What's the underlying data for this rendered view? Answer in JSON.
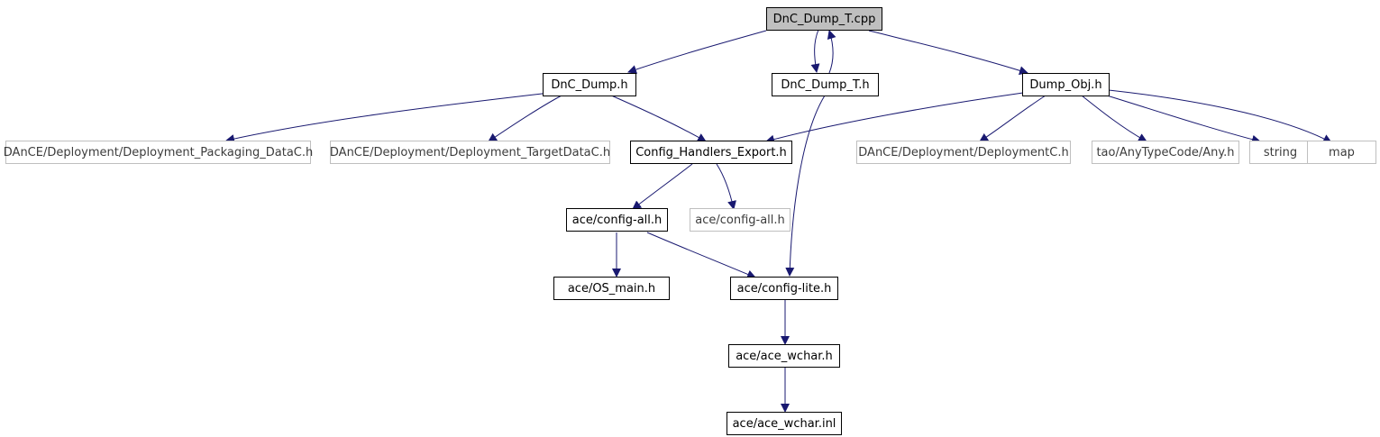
{
  "diagram": {
    "nodes": {
      "dnc_dump_t_cpp": "DnC_Dump_T.cpp",
      "dnc_dump_h": "DnC_Dump.h",
      "dnc_dump_t_h": "DnC_Dump_T.h",
      "dump_obj_h": "Dump_Obj.h",
      "packaging_datac_h": "DAnCE/Deployment/Deployment_Packaging_DataC.h",
      "target_datac_h": "DAnCE/Deployment/Deployment_TargetDataC.h",
      "config_handlers_export_h": "Config_Handlers_Export.h",
      "deploymentc_h": "DAnCE/Deployment/DeploymentC.h",
      "any_h": "tao/AnyTypeCode/Any.h",
      "string": "string",
      "map": "map",
      "config_all_h": "ace/config-all.h",
      "config_all_h_ext": "ace/config-all.h",
      "os_main_h": "ace/OS_main.h",
      "config_lite_h": "ace/config-lite.h",
      "ace_wchar_h": "ace/ace_wchar.h",
      "ace_wchar_inl": "ace/ace_wchar.inl"
    },
    "colors": {
      "edge": "#191970",
      "root_fill": "#bfbfbf",
      "external_border": "#bfbfbf"
    }
  }
}
